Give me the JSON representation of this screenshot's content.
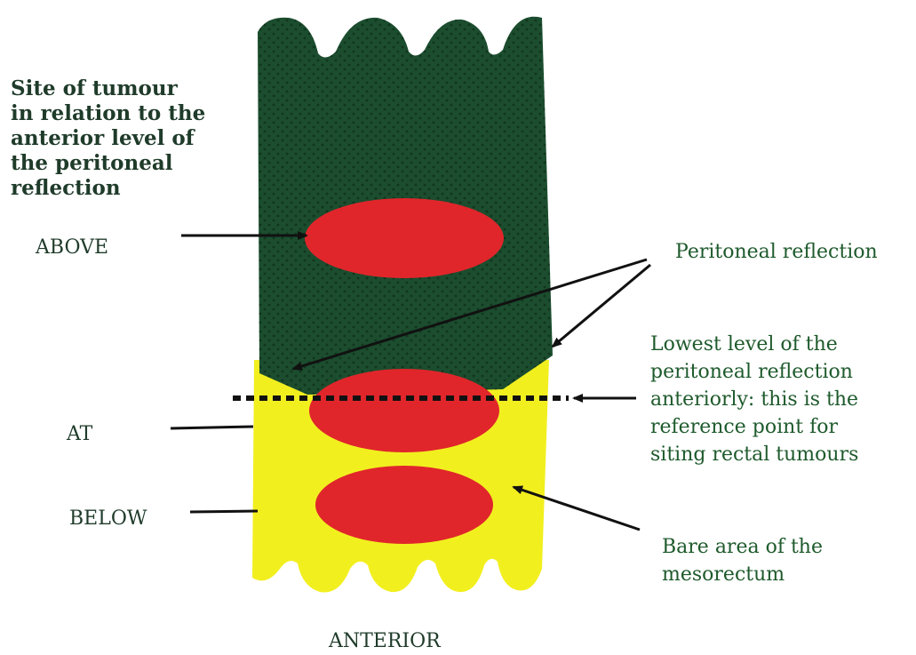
{
  "title": "Site of tumour\nin relation to the\nanterior level of\nthe peritoneal\nreflection",
  "levels": {
    "above": "ABOVE",
    "at": "AT",
    "below": "BELOW"
  },
  "annotations": {
    "peritoneal_reflection": "Peritoneal reflection",
    "lowest_level": "Lowest level of the\nperitoneal reflection\nanteriorly: this is the\nreference point for\nsiting rectal tumours",
    "bare_area": "Bare area of the\nmesorectum"
  },
  "orientation": "ANTERIOR",
  "colors": {
    "peritoneum": "#1b4d2e",
    "bare_area": "#f2ef1f",
    "tumour": "#e0262b",
    "label_text": "#1e5a2c",
    "line": "#111111"
  }
}
